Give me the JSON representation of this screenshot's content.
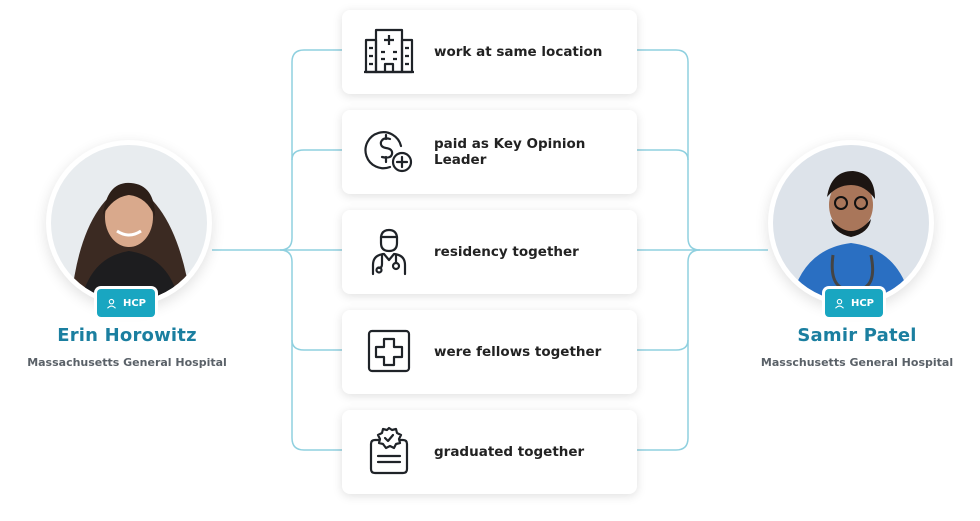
{
  "people": [
    {
      "name": "Erin Horowitz",
      "organization": "Massachusetts General Hospital",
      "badge": "HCP",
      "badge_icon": "user-icon"
    },
    {
      "name": "Samir Patel",
      "organization": "Masschusetts General Hospital",
      "badge": "HCP",
      "badge_icon": "user-icon"
    }
  ],
  "relationships": [
    {
      "label": "work at same location",
      "icon": "hospital-building-icon"
    },
    {
      "label": "paid as Key Opinion Leader",
      "icon": "dollar-plus-icon"
    },
    {
      "label": "residency together",
      "icon": "doctor-icon"
    },
    {
      "label": "were fellows together",
      "icon": "medical-cross-icon"
    },
    {
      "label": "graduated together",
      "icon": "diploma-certificate-icon"
    }
  ],
  "colors": {
    "accent": "#19a6c1",
    "name_text": "#1b7fa0",
    "connector": "#8fd0df",
    "icon_stroke": "#1f2328"
  }
}
